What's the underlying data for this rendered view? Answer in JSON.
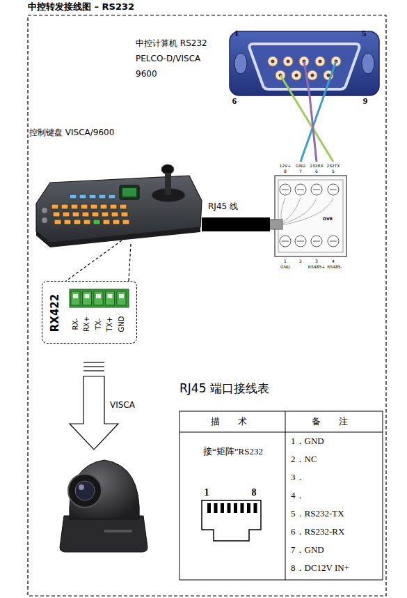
{
  "diagram": {
    "title": "中控转发接线图 – RS232",
    "nodes": [
      {
        "text": [
          "中控计算机 RS232 PELCO-D/VISCA 9600"
        ]
      },
      {
        "text": [
          "控制键盘 VISCA/9600"
        ]
      },
      {
        "text": [
          "DVR"
        ]
      },
      {
        "text": [
          "RX422"
        ]
      }
    ],
    "edges": [
      {
        "from": 0,
        "to": 2,
        "arrow": "none"
      },
      {
        "from": 1,
        "to": 2,
        "label": "RJ45 线",
        "arrow": "none"
      },
      {
        "from": 1,
        "to": 3,
        "arrow": "none"
      }
    ],
    "labels": [
      "1",
      "5",
      "6",
      "9",
      "12V+",
      "8",
      "GND",
      "7",
      "232RX",
      "6",
      "232TX",
      "5",
      "1",
      "GND",
      "2",
      "3",
      "RS485+",
      "4",
      "RS485-",
      "RX-",
      "RX+",
      "TX-",
      "TX+",
      "GND",
      "VISCA",
      "RJ45 端口接线表",
      "描 术",
      "备 注",
      "接“矩阵”RS232",
      "1",
      "8",
      "1．GND",
      "2．NC",
      "3．",
      "4．",
      "5．RS232-TX",
      "6．RS232-RX",
      "7．GND",
      "8．DC12V IN+"
    ]
  }
}
